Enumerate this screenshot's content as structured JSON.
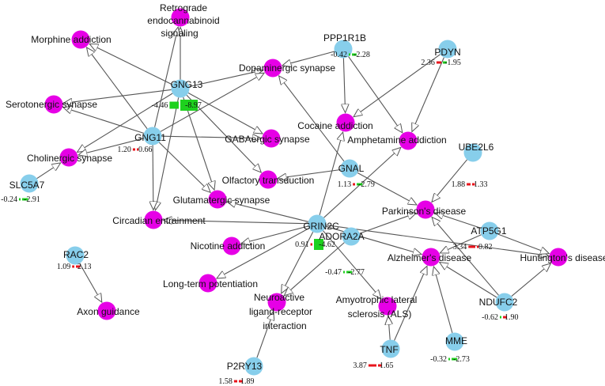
{
  "colors": {
    "gene_node": "#87CEEB",
    "pathway_node": "#E600E6",
    "edge": "#555555",
    "negative_bar": "#1ED11E",
    "positive_bar": "#E8141C",
    "text": "#111111"
  },
  "genes": [
    {
      "id": "PPP1R1B",
      "label": "PPP1R1B",
      "left_value": "-0.42",
      "right_value": "-2.28"
    },
    {
      "id": "PDYN",
      "label": "PDYN",
      "left_value": "2.36",
      "right_value": "-1.95"
    },
    {
      "id": "GNG13",
      "label": "GNG13",
      "left_value": "-4.46",
      "right_value": "-8.97"
    },
    {
      "id": "GNG11",
      "label": "GNG11",
      "left_value": "1.20",
      "right_value": "0.66"
    },
    {
      "id": "SLC5A7",
      "label": "SLC5A7",
      "left_value": "-0.24",
      "right_value": "-2.91"
    },
    {
      "id": "GNAL",
      "label": "GNAL",
      "left_value": "1.13",
      "right_value": "-2.79"
    },
    {
      "id": "UBE2L6",
      "label": "UBE2L6",
      "left_value": "1.88",
      "right_value": "1.33"
    },
    {
      "id": "GRIN2C",
      "label": "GRIN2C",
      "left_value": "0.91",
      "right_value": "-4.62"
    },
    {
      "id": "ATP5G1",
      "label": "ATP5G1",
      "left_value": "3.34",
      "right_value": "0.82"
    },
    {
      "id": "ADORA2A",
      "label": "ADORA2A",
      "left_value": "-0.47",
      "right_value": "-2.77"
    },
    {
      "id": "RAC2",
      "label": "RAC2",
      "left_value": "1.09",
      "right_value": "2.13"
    },
    {
      "id": "NDUFC2",
      "label": "NDUFC2",
      "left_value": "-0.62",
      "right_value": "1.90"
    },
    {
      "id": "MME",
      "label": "MME",
      "left_value": "-0.32",
      "right_value": "-2.73"
    },
    {
      "id": "TNF",
      "label": "TNF",
      "left_value": "3.87",
      "right_value": "1.65"
    },
    {
      "id": "P2RY13",
      "label": "P2RY13",
      "left_value": "1.58",
      "right_value": "1.89"
    }
  ],
  "pathways": [
    {
      "id": "retro",
      "label": "Retrograde endocannabinoid signaling"
    },
    {
      "id": "morphine",
      "label": "Morphine addiction"
    },
    {
      "id": "dopa",
      "label": "Dopaminergic synapse"
    },
    {
      "id": "sero",
      "label": "Serotonergic synapse"
    },
    {
      "id": "cocaine",
      "label": "Cocaine addiction"
    },
    {
      "id": "amph",
      "label": "Amphetamine addiction"
    },
    {
      "id": "gaba",
      "label": "GABAergic synapse"
    },
    {
      "id": "chol",
      "label": "Cholinergic synapse"
    },
    {
      "id": "olf",
      "label": "Olfactory transduction"
    },
    {
      "id": "glut",
      "label": "Glutamatergic synapse"
    },
    {
      "id": "circ",
      "label": "Circadian entrainment"
    },
    {
      "id": "park",
      "label": "Parkinson's disease"
    },
    {
      "id": "nico",
      "label": "Nicotine addiction"
    },
    {
      "id": "alz",
      "label": "Alzheimer's disease"
    },
    {
      "id": "hunt",
      "label": "Huntington's disease"
    },
    {
      "id": "ltp",
      "label": "Long-term potentiation"
    },
    {
      "id": "neuro",
      "label": "Neuroactive ligand-receptor interaction"
    },
    {
      "id": "als",
      "label": "Amyotrophic lateral sclerosis (ALS)"
    },
    {
      "id": "axon",
      "label": "Axon guidance"
    }
  ],
  "edges": [
    [
      "GNG13",
      "retro"
    ],
    [
      "GNG13",
      "morphine"
    ],
    [
      "GNG13",
      "dopa"
    ],
    [
      "GNG13",
      "sero"
    ],
    [
      "GNG13",
      "chol"
    ],
    [
      "GNG13",
      "gaba"
    ],
    [
      "GNG13",
      "olf"
    ],
    [
      "GNG13",
      "glut"
    ],
    [
      "GNG13",
      "circ"
    ],
    [
      "GNG11",
      "retro"
    ],
    [
      "GNG11",
      "morphine"
    ],
    [
      "GNG11",
      "dopa"
    ],
    [
      "GNG11",
      "sero"
    ],
    [
      "GNG11",
      "chol"
    ],
    [
      "GNG11",
      "gaba"
    ],
    [
      "GNG11",
      "glut"
    ],
    [
      "GNG11",
      "circ"
    ],
    [
      "SLC5A7",
      "chol"
    ],
    [
      "PPP1R1B",
      "dopa"
    ],
    [
      "PPP1R1B",
      "cocaine"
    ],
    [
      "PPP1R1B",
      "amph"
    ],
    [
      "PDYN",
      "cocaine"
    ],
    [
      "PDYN",
      "amph"
    ],
    [
      "GNAL",
      "dopa"
    ],
    [
      "GNAL",
      "olf"
    ],
    [
      "GNAL",
      "park"
    ],
    [
      "UBE2L6",
      "park"
    ],
    [
      "GRIN2C",
      "cocaine"
    ],
    [
      "GRIN2C",
      "amph"
    ],
    [
      "GRIN2C",
      "glut"
    ],
    [
      "GRIN2C",
      "circ"
    ],
    [
      "GRIN2C",
      "nico"
    ],
    [
      "GRIN2C",
      "alz"
    ],
    [
      "GRIN2C",
      "hunt"
    ],
    [
      "GRIN2C",
      "ltp"
    ],
    [
      "GRIN2C",
      "neuro"
    ],
    [
      "GRIN2C",
      "als"
    ],
    [
      "ADORA2A",
      "park"
    ],
    [
      "ADORA2A",
      "neuro"
    ],
    [
      "ATP5G1",
      "park"
    ],
    [
      "ATP5G1",
      "alz"
    ],
    [
      "ATP5G1",
      "hunt"
    ],
    [
      "NDUFC2",
      "park"
    ],
    [
      "NDUFC2",
      "alz"
    ],
    [
      "NDUFC2",
      "hunt"
    ],
    [
      "MME",
      "alz"
    ],
    [
      "TNF",
      "alz"
    ],
    [
      "TNF",
      "als"
    ],
    [
      "P2RY13",
      "neuro"
    ],
    [
      "RAC2",
      "axon"
    ]
  ]
}
